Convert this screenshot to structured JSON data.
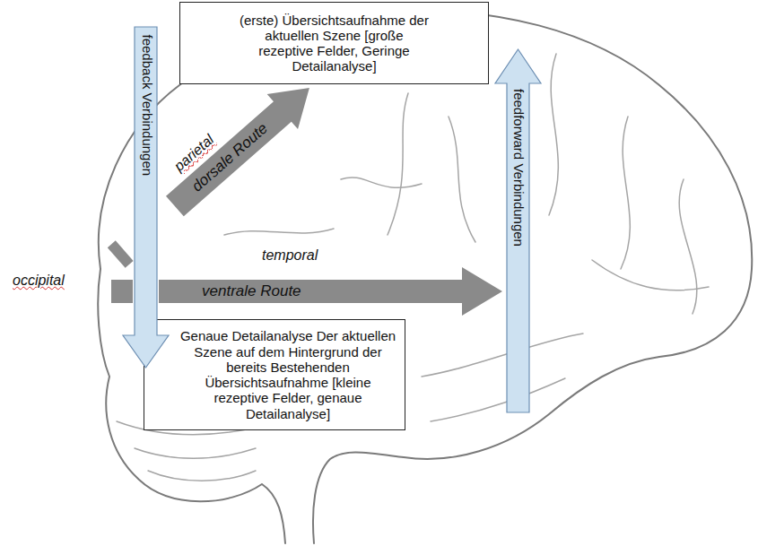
{
  "diagram": {
    "nodes": [
      {
        "text": [
          "(erste) Übersichtsaufnahme der aktuellen Szene [große rezeptive Felder, Geringe Detailanalyse]"
        ]
      },
      {
        "text": [
          "feedback Verbindungen"
        ]
      },
      {
        "text": [
          "feedforward Verbindungen"
        ]
      },
      {
        "text": [
          "dorsale Route"
        ]
      },
      {
        "text": [
          "ventrale Route"
        ]
      },
      {
        "text": [
          "Genaue Detailanalyse Der aktuellen Szene auf dem Hintergrund der bereits Bestehenden Übersichtsaufnahme [kleine rezeptive Felder, genaue Detailanalyse]"
        ]
      }
    ],
    "labels": [
      "parietal",
      "temporal",
      "occipital"
    ]
  }
}
